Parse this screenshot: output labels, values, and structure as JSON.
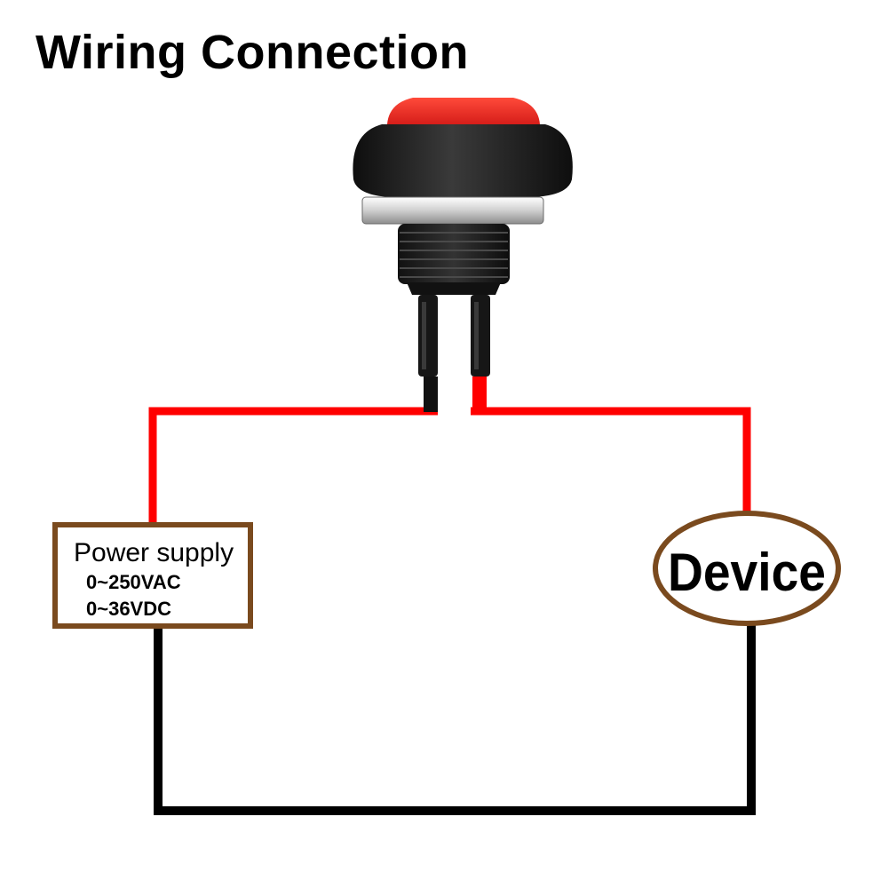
{
  "title": "Wiring Connection",
  "power_supply": {
    "title": "Power supply",
    "range_ac": "0~250VAC",
    "range_dc": "0~36VDC"
  },
  "device": {
    "label": "Device"
  },
  "colors": {
    "live_wire": "#ff0000",
    "return_wire": "#000000",
    "box_border": "#7a4a1e",
    "button_cap": "#e31b1b",
    "button_body": "#1c1c1c"
  },
  "icons": [
    "push-button-switch-icon"
  ]
}
